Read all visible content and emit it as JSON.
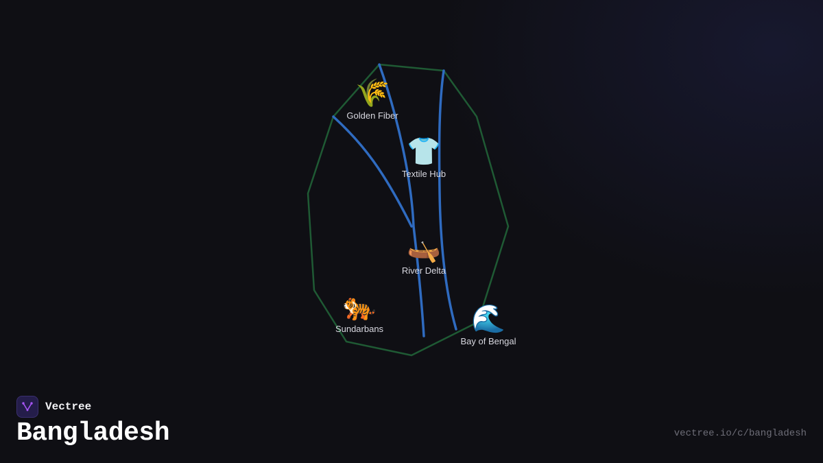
{
  "brand": {
    "name": "Vectree",
    "logo_icon": "vectree-logo-icon",
    "logo_color": "#a855f7"
  },
  "page": {
    "title": "Bangladesh",
    "url": "vectree.io/c/bangladesh"
  },
  "map": {
    "border_color": "#1f5a34",
    "river_color": "#2f6bc0",
    "markers": [
      {
        "icon": "wheat-icon",
        "glyph": "🌾",
        "label": "Golden Fiber"
      },
      {
        "icon": "tshirt-icon",
        "glyph": "👕",
        "label": "Textile Hub"
      },
      {
        "icon": "canoe-icon",
        "glyph": "🛶",
        "label": "River Delta"
      },
      {
        "icon": "tiger-icon",
        "glyph": "🐅",
        "label": "Sundarbans"
      },
      {
        "icon": "wave-icon",
        "glyph": "🌊",
        "label": "Bay of Bengal"
      }
    ]
  }
}
